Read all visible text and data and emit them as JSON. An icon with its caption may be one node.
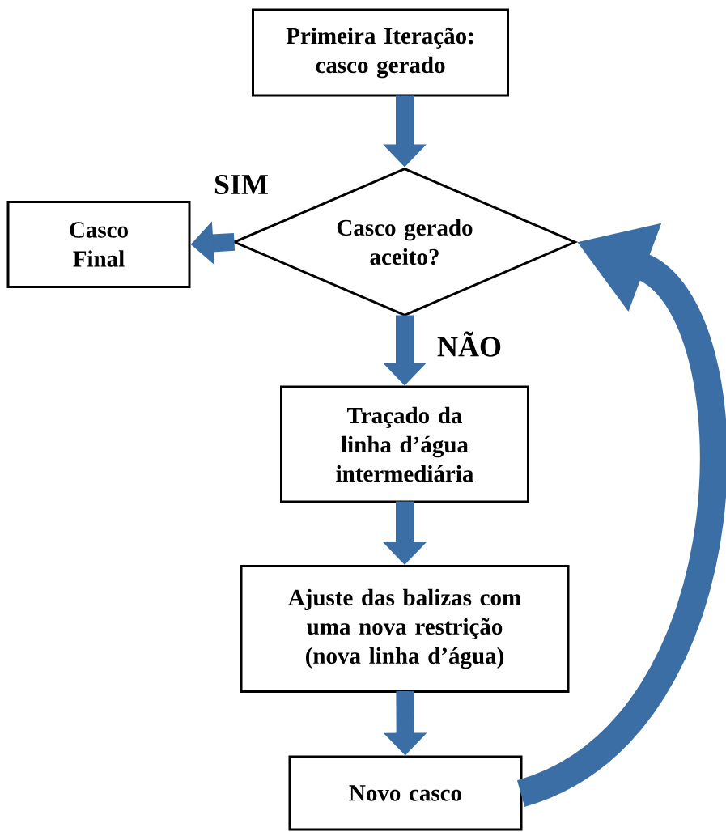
{
  "diagram": {
    "nodes": [
      {
        "text": [
          "Primeira Iteração: casco gerado"
        ]
      },
      {
        "text": [
          "Casco gerado aceito?"
        ]
      },
      {
        "text": [
          "Casco Final"
        ]
      },
      {
        "text": [
          "Traçado da linha d’água intermediária"
        ]
      },
      {
        "text": [
          "Ajuste das balizas com uma nova restrição (nova linha d’água)"
        ]
      },
      {
        "text": [
          "Novo casco"
        ]
      }
    ],
    "edges": [
      {
        "from": 0,
        "to": 1,
        "arrow": "to"
      },
      {
        "from": 1,
        "to": 2,
        "arrow": "to",
        "label": "SIM"
      },
      {
        "from": 1,
        "to": 3,
        "arrow": "to",
        "label": "NÃO"
      },
      {
        "from": 3,
        "to": 4,
        "arrow": "to"
      },
      {
        "from": 4,
        "to": 5,
        "arrow": "to"
      },
      {
        "from": 5,
        "to": 1,
        "arrow": "to"
      }
    ]
  }
}
